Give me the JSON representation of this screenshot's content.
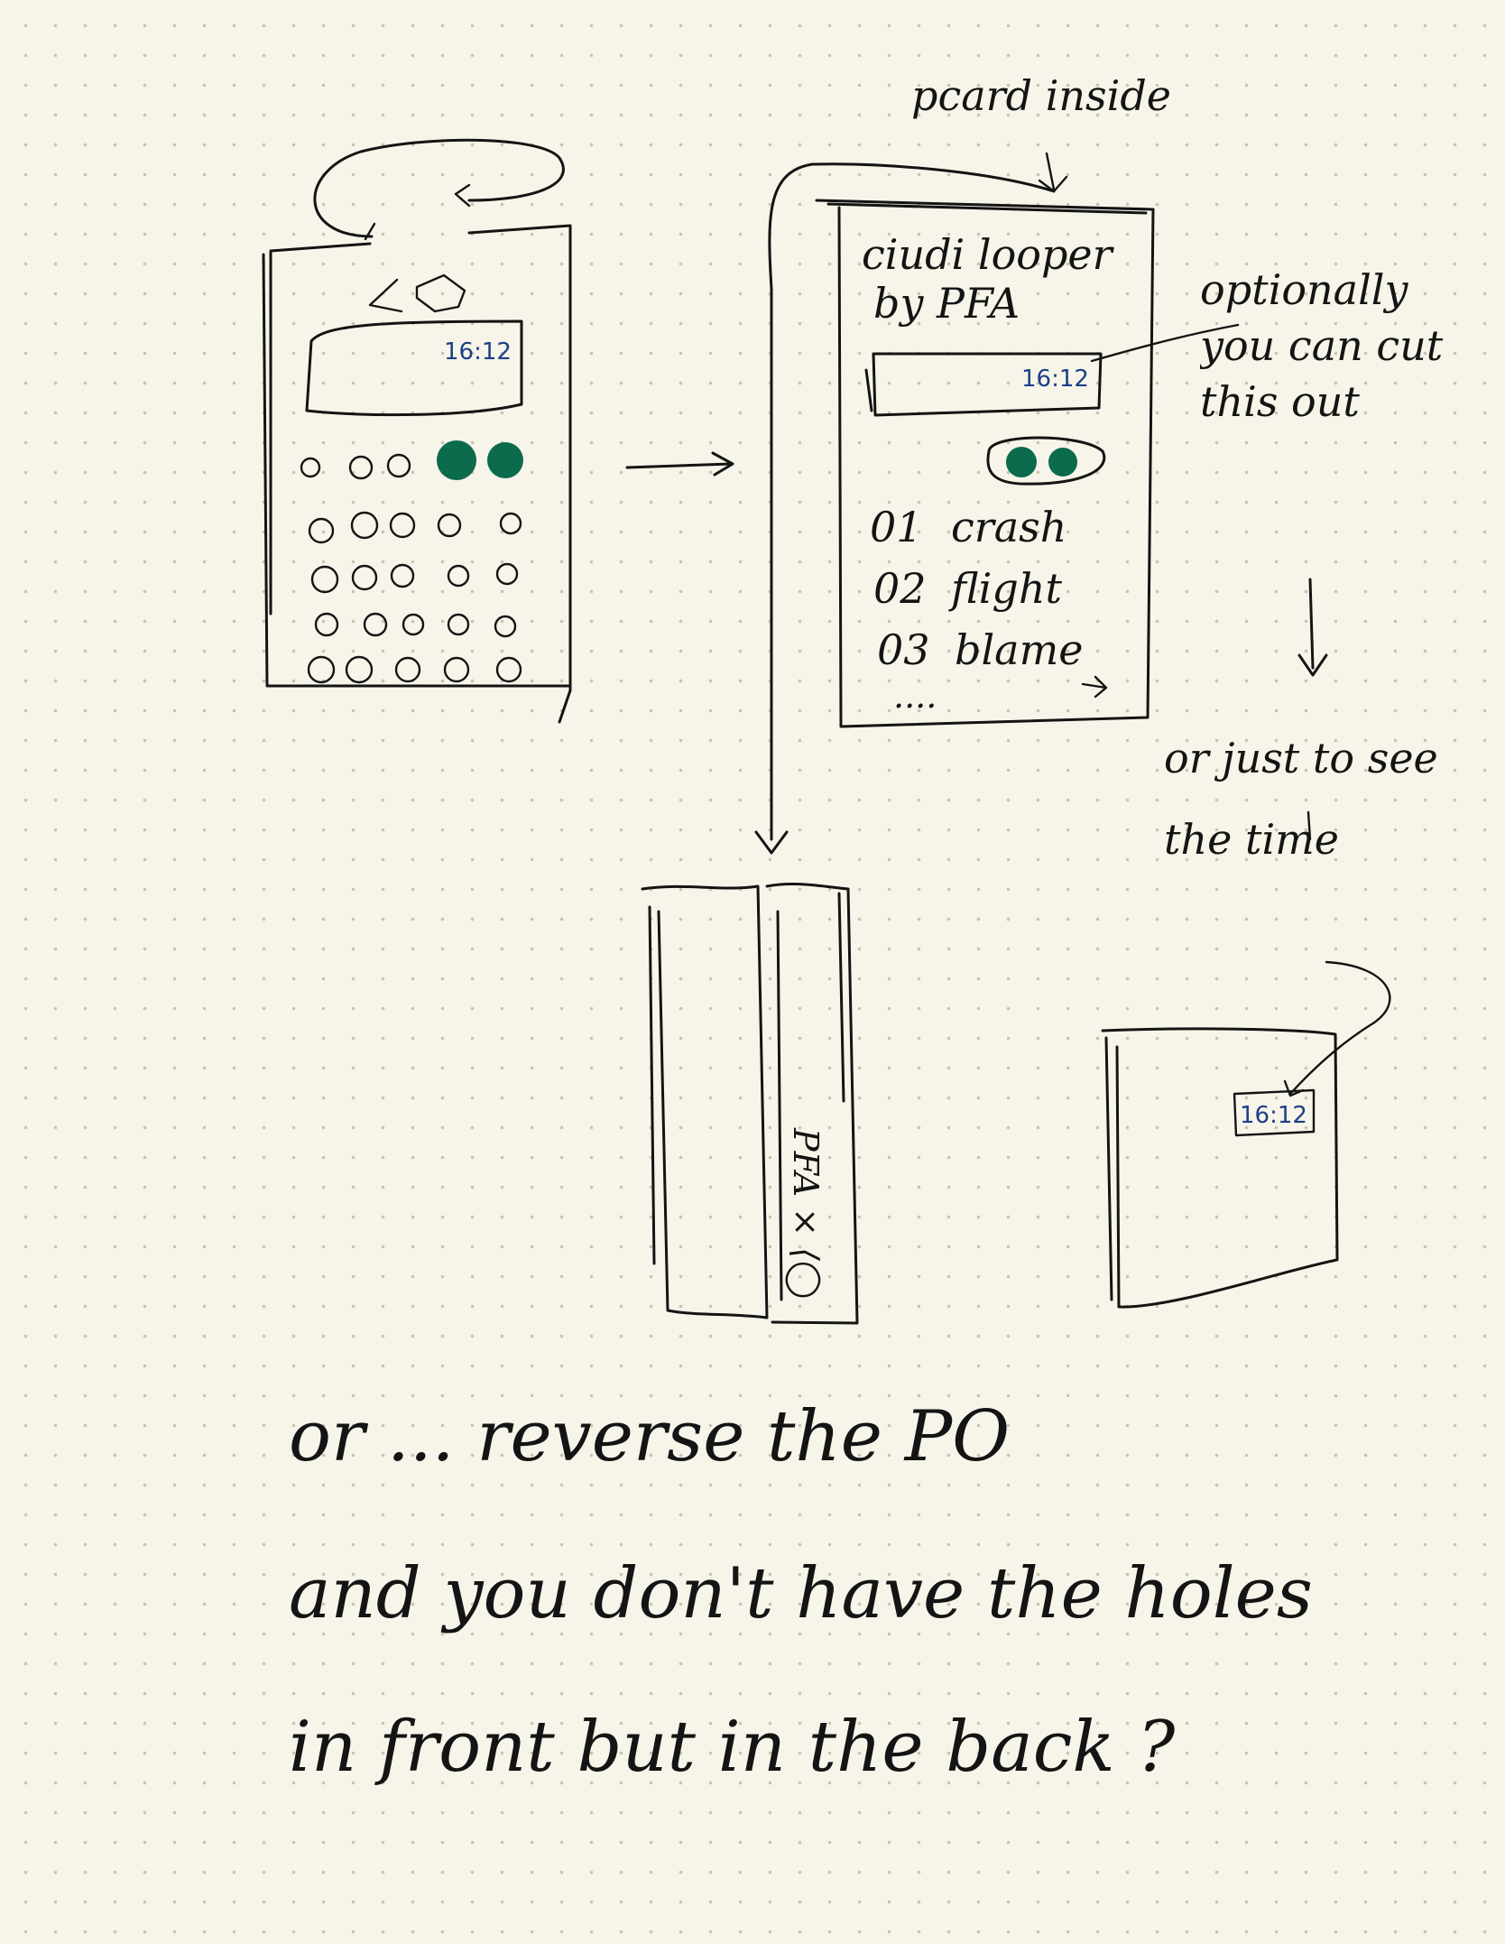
{
  "annotations": {
    "pcard_inside": "pcard inside",
    "optionally": "optionally you can cut this out",
    "or_just": "or just to see the time"
  },
  "device_label": {
    "line1": "ciudi looper",
    "line2": "by PFA"
  },
  "clock": {
    "left_display": "16:12",
    "middle_display": "16:12",
    "small_display": "16:12"
  },
  "tracks": [
    {
      "number": "01",
      "name": "crash"
    },
    {
      "number": "02",
      "name": "flight"
    },
    {
      "number": "03",
      "name": "blame"
    }
  ],
  "tracks_more": "....",
  "spine_label": "PFA × ⟨◯",
  "questions": {
    "line1": "or ... reverse the PO",
    "line2": "and you don't have the holes",
    "line3": "in front but in the back ?"
  },
  "colors": {
    "paper": "#f7f5ea",
    "ink": "#141414",
    "clock_blue": "#1c3f86",
    "button_green": "#0b6b4c"
  }
}
